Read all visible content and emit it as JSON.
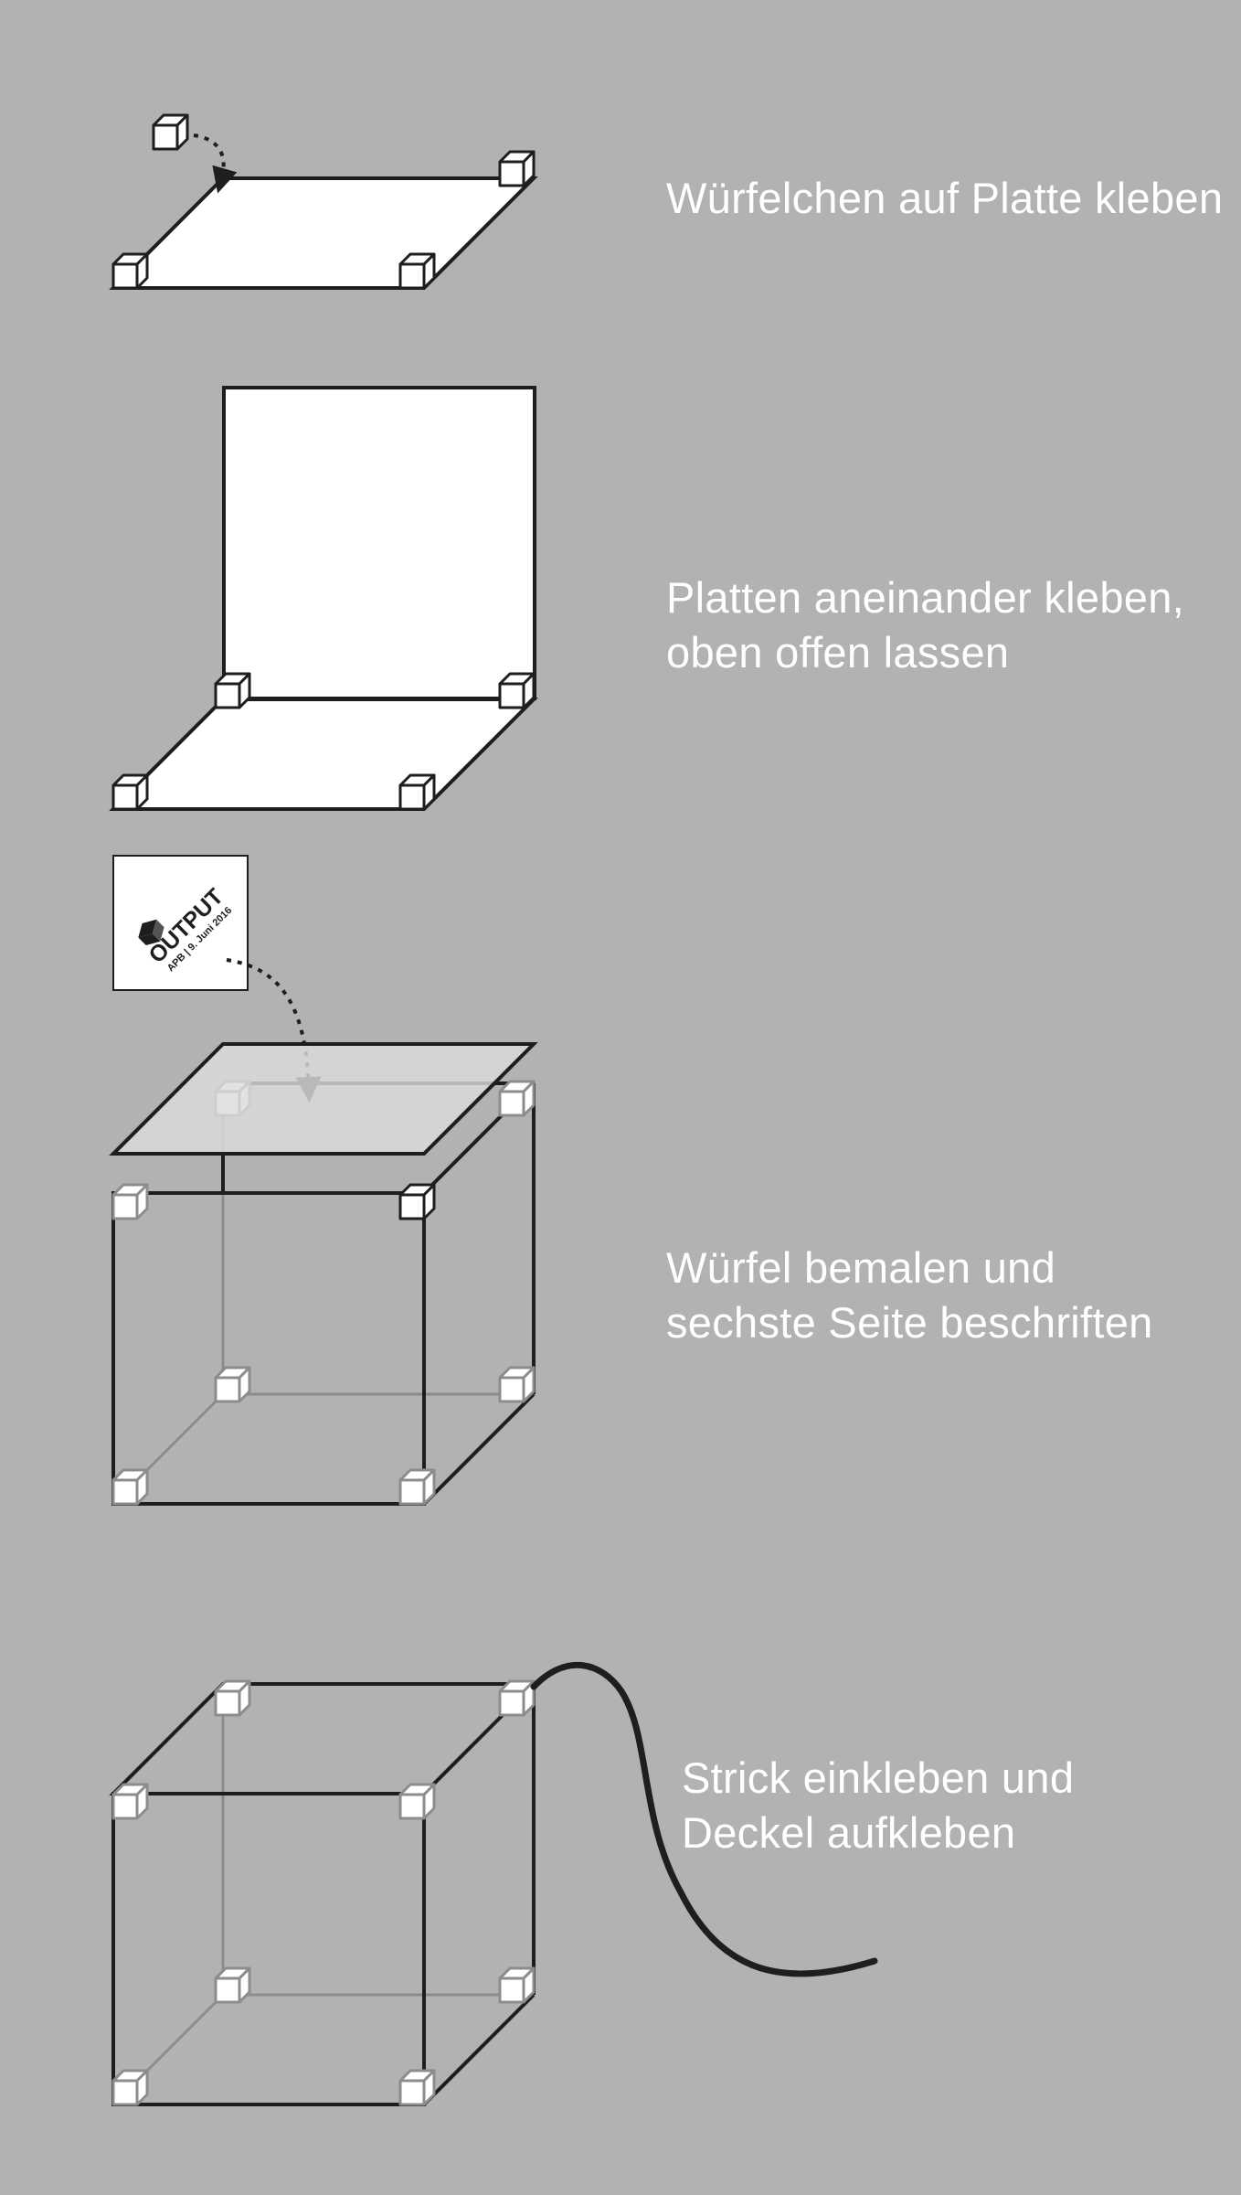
{
  "steps": [
    {
      "lines": [
        "Würfelchen auf Platte kleben"
      ]
    },
    {
      "lines": [
        "Platten aneinander kleben,",
        "oben offen lassen"
      ]
    },
    {
      "lines": [
        "Würfel bemalen und",
        "sechste Seite beschriften"
      ]
    },
    {
      "lines": [
        "Strick einkleben und",
        "Deckel aufkleben"
      ]
    }
  ],
  "label_card": {
    "title": "OUTPUT",
    "subtitle": "APB | 9. Juni 2016"
  },
  "colors": {
    "background": "#b2b2b2",
    "line": "#1e1e1e",
    "hidden_line": "#8c8c8c",
    "panel": "#ffffff",
    "lid": "#dcdcdc",
    "caption": "#ffffff"
  }
}
